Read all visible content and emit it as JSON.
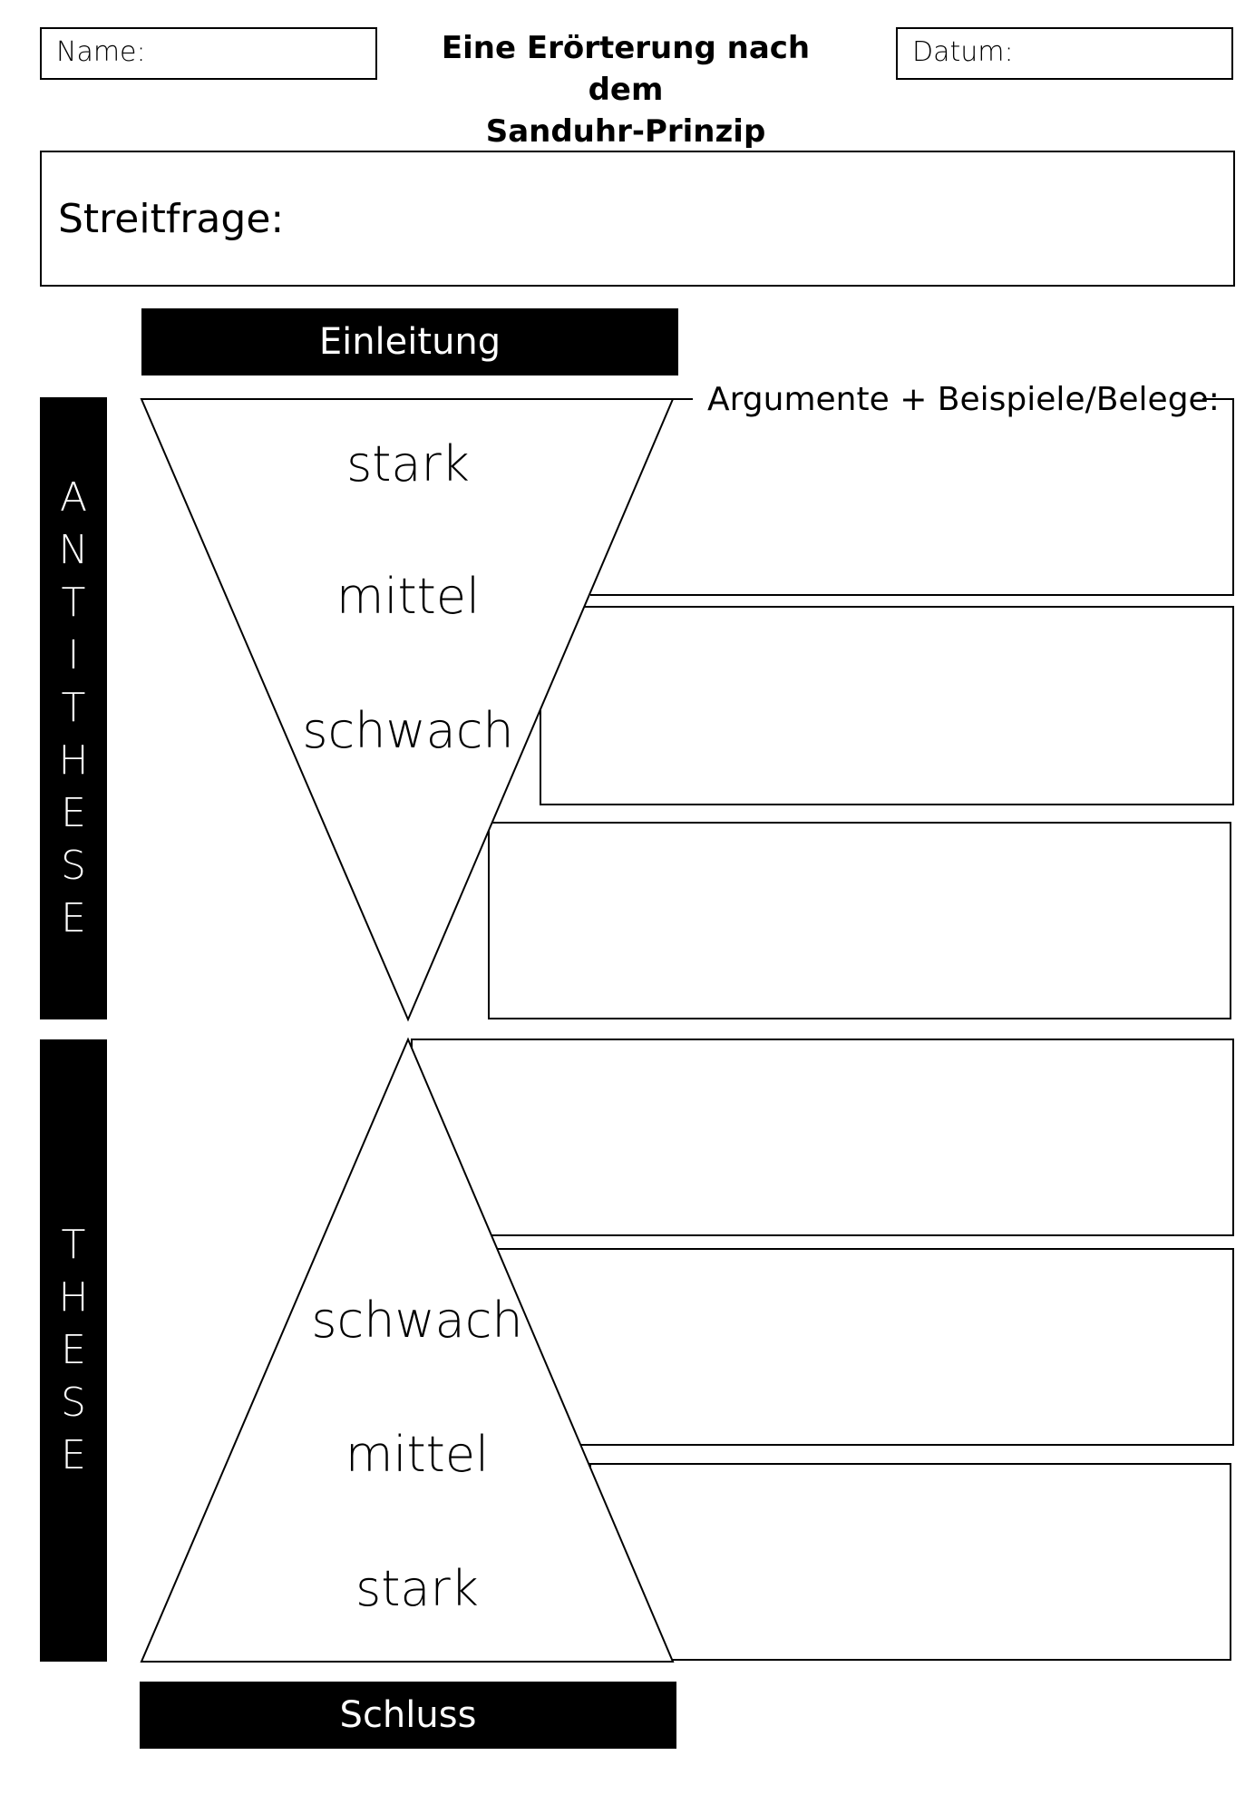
{
  "header": {
    "name_label": "Name:",
    "title_line1": "Eine Erörterung nach dem",
    "title_line2": "Sanduhr-Prinzip verfassen",
    "date_label": "Datum:"
  },
  "question": {
    "label": "Streitfrage:"
  },
  "sections": {
    "intro": "Einleitung",
    "conclusion": "Schluss",
    "antithesis": [
      "A",
      "N",
      "T",
      "I",
      "T",
      "H",
      "E",
      "S",
      "E"
    ],
    "thesis": [
      "T",
      "H",
      "E",
      "S",
      "E"
    ]
  },
  "arguments": {
    "label": "Argumente + Beispiele/Belege:"
  },
  "funnel_top": {
    "level1": "stark",
    "level2": "mittel",
    "level3": "schwach"
  },
  "funnel_bottom": {
    "level1": "schwach",
    "level2": "mittel",
    "level3": "stark"
  }
}
